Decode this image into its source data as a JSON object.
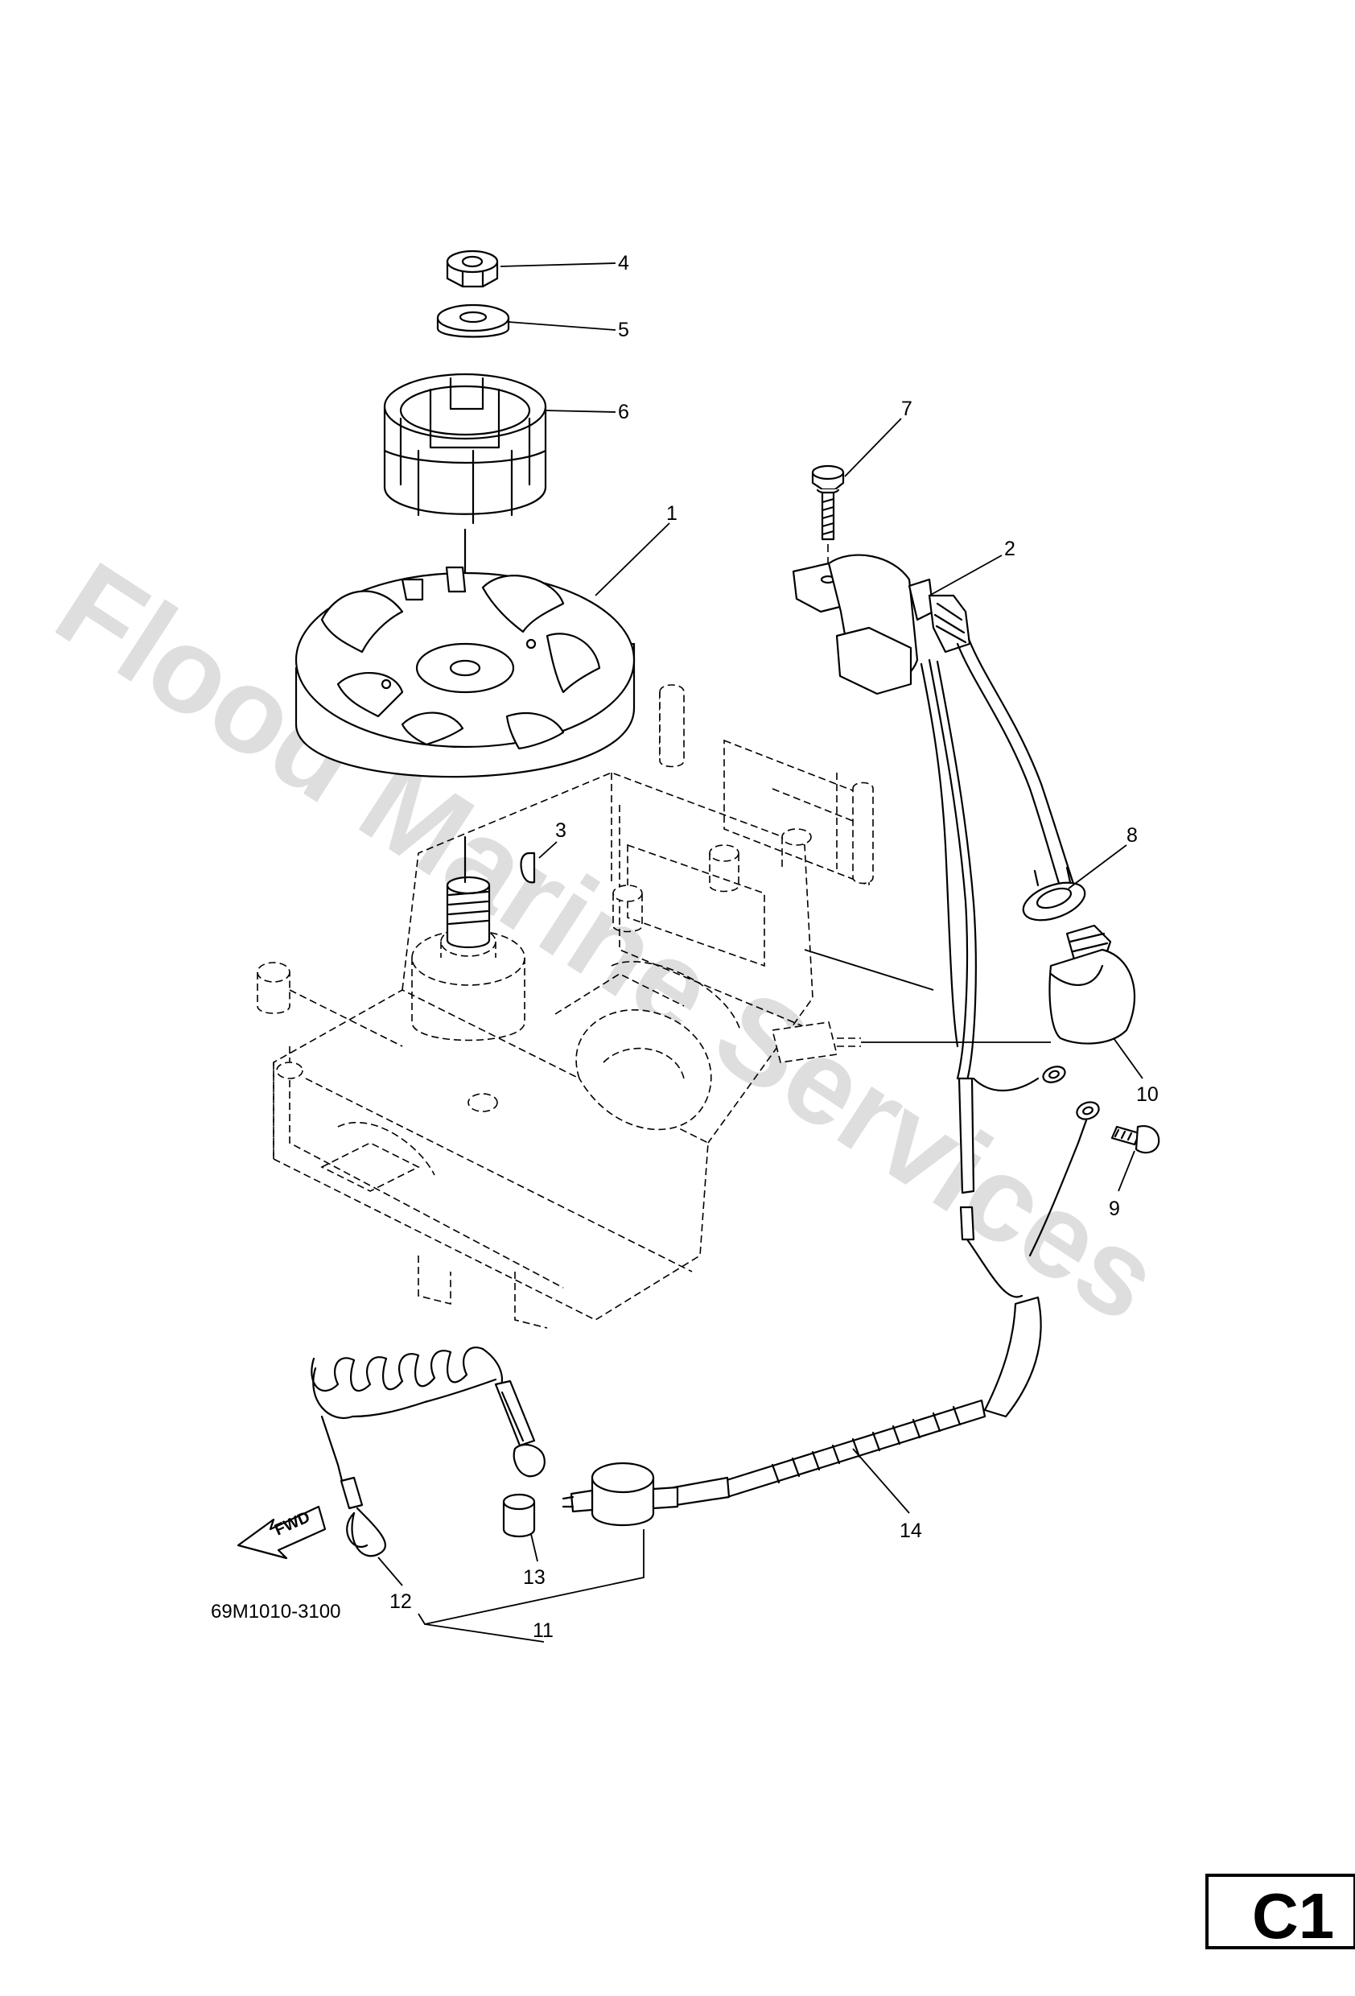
{
  "watermark": "Flood Marine Services",
  "diagram_code": "69M1010-3100",
  "page_code": "C1",
  "direction_label": "FWD",
  "callouts": [
    "1",
    "2",
    "3",
    "4",
    "5",
    "6",
    "7",
    "8",
    "9",
    "10",
    "11",
    "12",
    "13",
    "14"
  ]
}
